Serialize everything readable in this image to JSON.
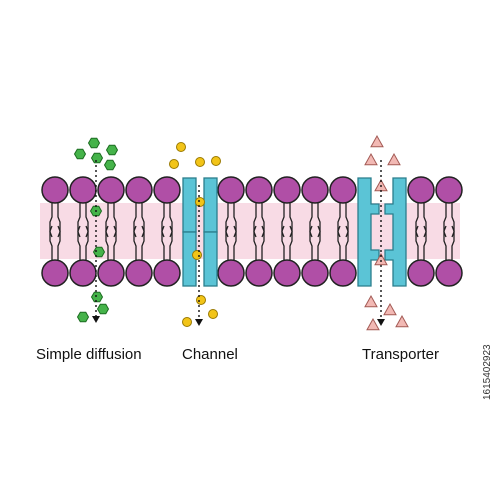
{
  "labels": {
    "simple_diffusion": "Simple diffusion",
    "channel": "Channel",
    "transporter": "Transporter"
  },
  "stock_id": "1615402923",
  "colors": {
    "background": "#ffffff",
    "membrane_interior": "#f8dbe5",
    "phospholipid_head": "#b04fa6",
    "outline": "#222222",
    "protein": "#5bc4d6",
    "diffusion_molecule": "#45b34a",
    "channel_ion": "#f2c418",
    "transporter_molecule": "#f2b9b4"
  },
  "icons": {
    "diffusion_molecule": "hexagon",
    "channel_ion": "circle",
    "transporter_molecule": "triangle",
    "flow_arrow": "dotted-down-arrow"
  }
}
